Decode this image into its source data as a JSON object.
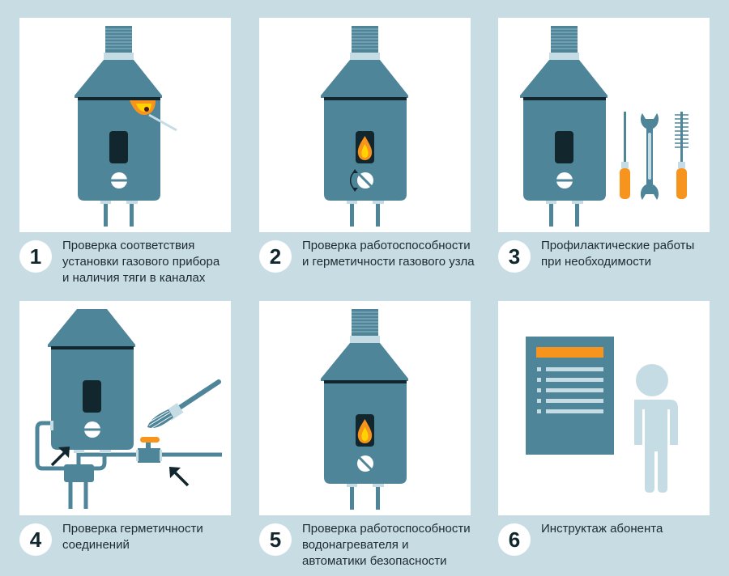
{
  "colors": {
    "background": "#c8dce4",
    "teal": "#4f8599",
    "dark": "#12262d",
    "light": "#c6dce4",
    "orange": "#f7941d",
    "yellow": "#ffd200"
  },
  "steps": [
    {
      "number": "1",
      "text": "Проверка соответствия\nустановки газового прибора\nи наличия тяги в каналах"
    },
    {
      "number": "2",
      "text": "Проверка работоспособности\nи герметичности газового узла"
    },
    {
      "number": "3",
      "text": "Профилактические работы\nпри необходимости"
    },
    {
      "number": "4",
      "text": "Проверка герметичности\nсоединений"
    },
    {
      "number": "5",
      "text": "Проверка работоспособности\nводонагревателя и\nавтоматики безопасности"
    },
    {
      "number": "6",
      "text": "Инструктаж абонента"
    }
  ]
}
